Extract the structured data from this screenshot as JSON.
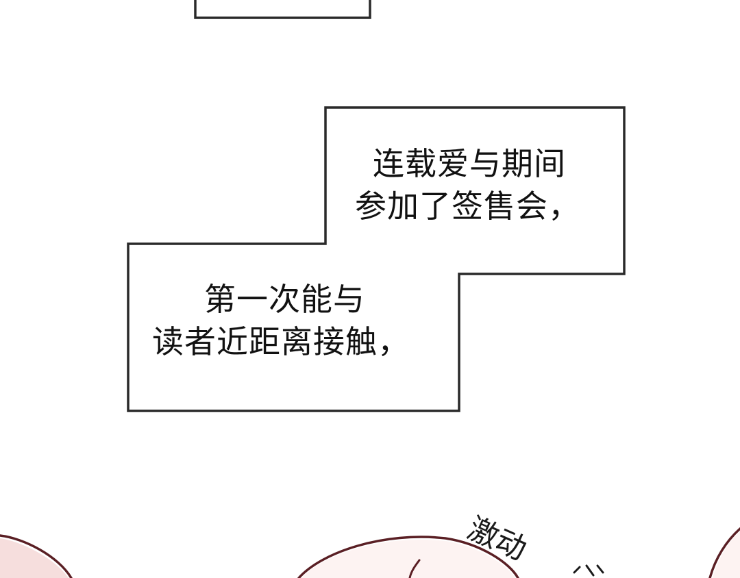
{
  "captions": {
    "box_a": {
      "line_1": "连载爱与期间",
      "line_2": "参加了签售会，"
    },
    "box_b": {
      "line_1": "第一次能与",
      "line_2": "读者近距离接触，"
    }
  },
  "sfx": {
    "text": "激动"
  },
  "colors": {
    "border": "#2a2a2a",
    "text": "#111111",
    "character_outline": "#5a1f24",
    "character_skin": "#f6dedd"
  }
}
